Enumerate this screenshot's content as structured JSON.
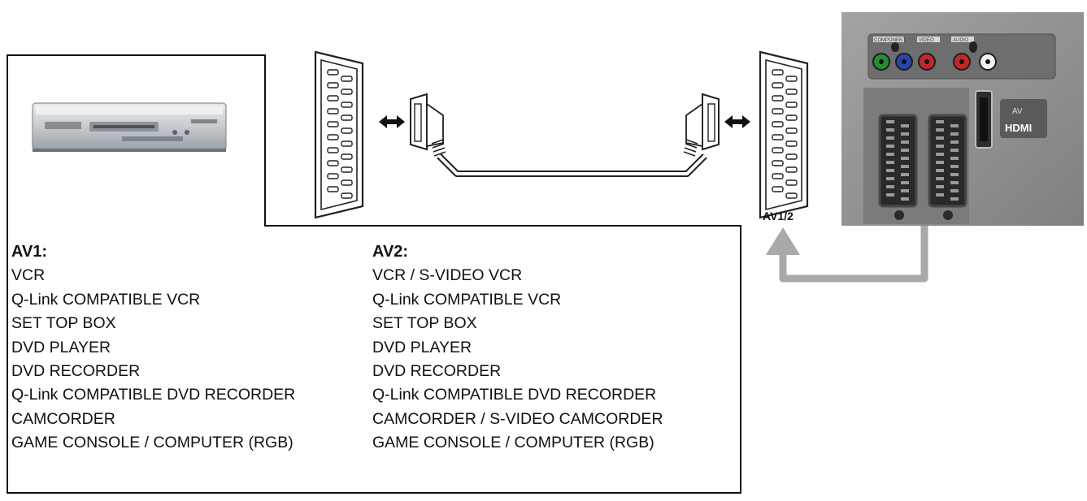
{
  "av1": {
    "heading": "AV1:",
    "items": [
      "VCR",
      "Q-Link COMPATIBLE VCR",
      "SET TOP BOX",
      "DVD PLAYER",
      "DVD RECORDER",
      "Q-Link COMPATIBLE DVD RECORDER",
      "CAMCORDER",
      "GAME CONSOLE / COMPUTER (RGB)"
    ]
  },
  "av2": {
    "heading": "AV2:",
    "items": [
      "VCR / S-VIDEO VCR",
      "Q-Link COMPATIBLE VCR",
      "SET TOP BOX",
      "DVD PLAYER",
      "DVD RECORDER",
      "Q-Link COMPATIBLE DVD RECORDER",
      "CAMCORDER / S-VIDEO CAMCORDER",
      "GAME CONSOLE / COMPUTER (RGB)"
    ]
  },
  "port_label": "AV1/2",
  "tv_panel": {
    "component_label": "COMPONENT",
    "video_label": "VIDEO",
    "audio_label": "AUDIO",
    "av_badge": "AV",
    "hdmi_badge": "HDMI"
  },
  "colors": {
    "panel": "#8f8f8f",
    "panel_dark": "#5f5f5f",
    "arrow": "#a9a9a9",
    "component_green": "#2a8a3a",
    "component_blue": "#2846a8",
    "component_red": "#c0282c"
  }
}
